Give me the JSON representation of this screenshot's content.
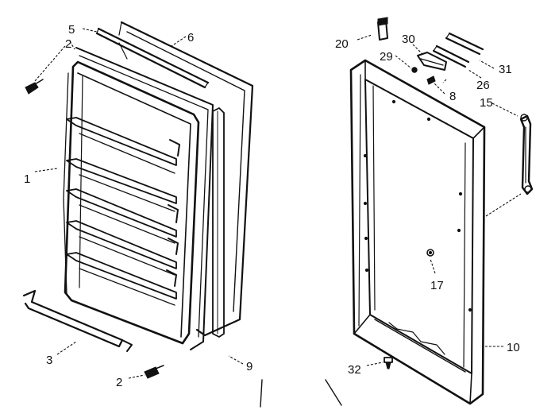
{
  "diagram": {
    "callouts": {
      "c1": "1",
      "c2a": "2",
      "c2b": "2",
      "c3": "3",
      "c5": "5",
      "c6": "6",
      "c8": "8",
      "c9": "9",
      "c10": "10",
      "c15": "15",
      "c17": "17",
      "c20": "20",
      "c26": "26",
      "c29": "29",
      "c30": "30",
      "c31": "31",
      "c32": "32"
    }
  }
}
